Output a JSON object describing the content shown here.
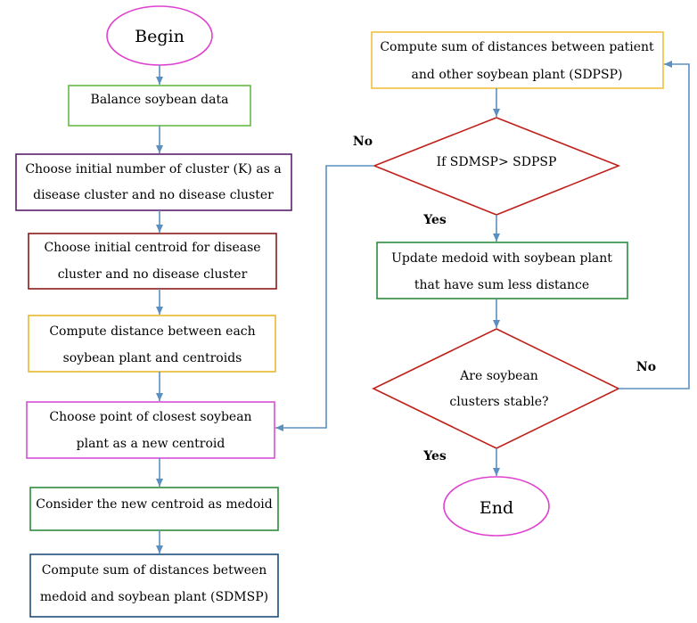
{
  "terminals": {
    "begin": "Begin",
    "end": "End"
  },
  "steps": {
    "balance": [
      "Balance soybean data"
    ],
    "choose_k": [
      "Choose initial number of cluster (K) as a",
      "disease cluster and no disease cluster"
    ],
    "choose_centroid": [
      "Choose initial centroid for disease",
      "cluster and no disease cluster"
    ],
    "compute_distance": [
      "Compute distance between each",
      "soybean plant and centroids"
    ],
    "closest_point": [
      "Choose point of closest soybean",
      "plant as a new centroid"
    ],
    "consider_medoid": [
      "Consider the new centroid as medoid"
    ],
    "sdmsp": [
      "Compute sum of distances between",
      "medoid and soybean plant (SDMSP)"
    ],
    "sdpsp": [
      "Compute sum of distances between patient",
      "and other soybean plant (SDPSP)"
    ],
    "update": [
      "Update medoid with soybean plant",
      "that have sum less distance"
    ]
  },
  "decisions": {
    "compare": [
      "If SDMSP> SDPSP"
    ],
    "stable": [
      "Are soybean",
      "clusters stable?"
    ]
  },
  "edge_labels": {
    "compare_no": "No",
    "compare_yes": "Yes",
    "stable_no": "No",
    "stable_yes": "Yes"
  },
  "colors": {
    "begin_end": "#e040d0",
    "balance": "#66bb44",
    "choose_k": "#5a1e6e",
    "choose_centroid": "#8b1a1a",
    "compute_distance": "#e8b830",
    "closest_point": "#d64fd6",
    "consider_medoid": "#2e8b3e",
    "sdmsp": "#1f4e79",
    "sdpsp": "#f0c040",
    "decision": "#c0201a",
    "update": "#2e8b3e",
    "arrow": "#5b8fc0"
  }
}
